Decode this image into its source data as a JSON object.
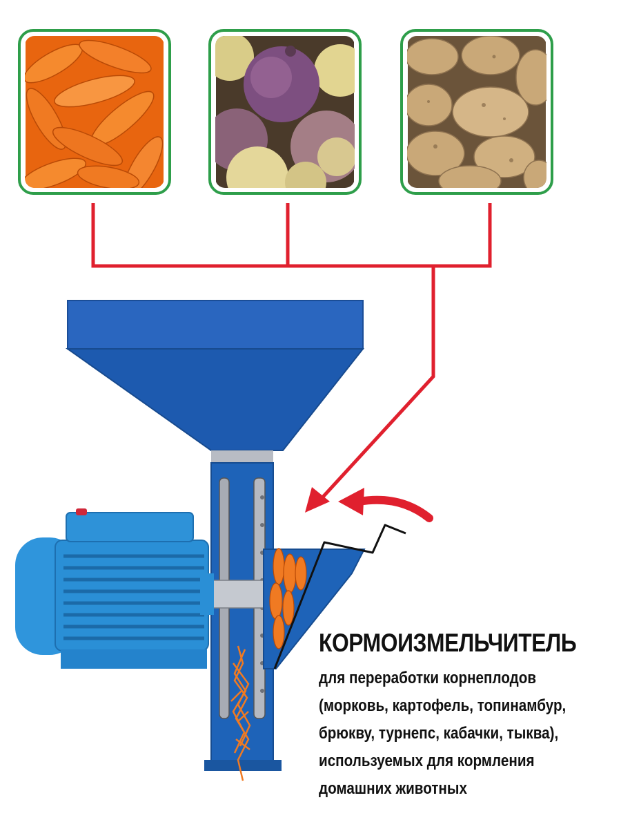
{
  "products": [
    {
      "name": "carrot-photo",
      "icon": "carrot-icon",
      "color": "#f07a22"
    },
    {
      "name": "rutabaga-photo",
      "icon": "rutabaga-icon",
      "color": "#8e5a82"
    },
    {
      "name": "potato-photo",
      "icon": "potato-icon",
      "color": "#c9a878"
    }
  ],
  "colors": {
    "frame_border": "#2e9e4a",
    "connector": "#e0202e",
    "machine_blue": "#1e63b8",
    "motor_blue": "#2a8fd6"
  },
  "caption": {
    "title": "КОРМОИЗМЕЛЬЧИТЕЛЬ",
    "lines": [
      "для переработки корнеплодов",
      "(морковь, картофель, топинамбур,",
      "брюкву, турнепс, кабачки, тыква),",
      "используемых для кормления",
      "домашних животных"
    ]
  }
}
